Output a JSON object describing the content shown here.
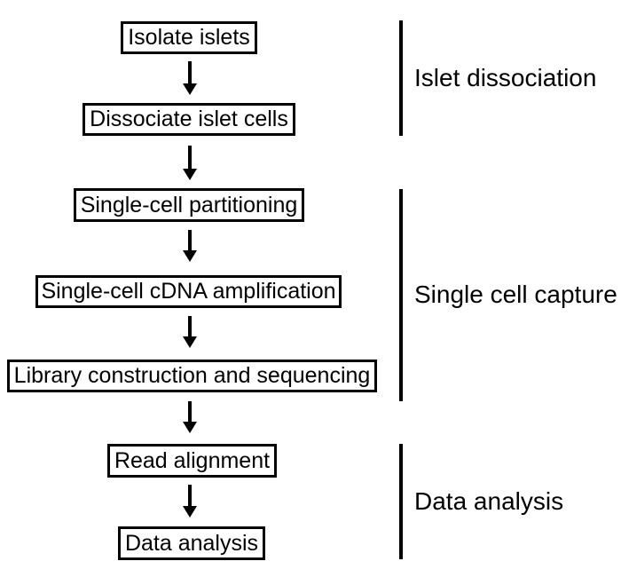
{
  "colors": {
    "ink": "#000000",
    "background": "#ffffff"
  },
  "flow": {
    "steps": [
      {
        "label": "Isolate islets"
      },
      {
        "label": "Dissociate islet cells"
      },
      {
        "label": "Single-cell partitioning"
      },
      {
        "label": "Single-cell cDNA amplification"
      },
      {
        "label": "Library construction and sequencing"
      },
      {
        "label": "Read alignment"
      },
      {
        "label": "Data analysis"
      }
    ],
    "phases": [
      {
        "label": "Islet dissociation"
      },
      {
        "label": "Single cell capture"
      },
      {
        "label": "Data analysis"
      }
    ]
  }
}
